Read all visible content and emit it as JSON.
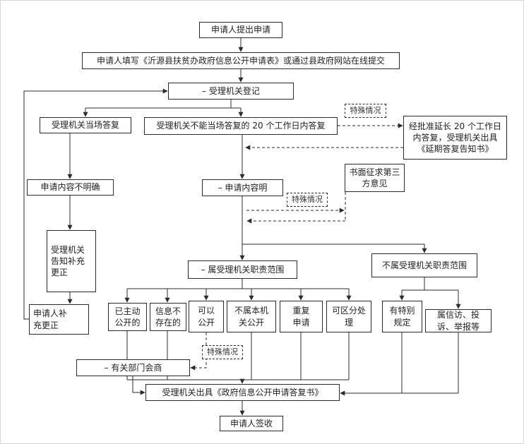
{
  "nodes": {
    "submit": "申请人提出申请",
    "fill_form": "申请人填写《沂源县扶贫办政府信息公开申请表》或通过县政府网站在线提交",
    "register": "– 受理机关登记",
    "onspot_reply": "受理机关当场答复",
    "not_onspot_reply": "受理机关不能当场答复的 20 个工作日内答复",
    "special_case_1": "特殊情况",
    "extend_reply": "经批准延长 20 个工作日\n内答复，受理机关出具\n《延期答复告知书》",
    "third_party": "书面征求第三\n方意见",
    "content_unclear": "申请内容不明确",
    "content_clear": "– 申请内容明",
    "special_case_2": "特殊情况",
    "notify_supplement": "受理机关\n告知补充\n更正",
    "applicant_supplement": "申请人补\n充更正",
    "in_scope": "– 属受理机关职责范围",
    "out_of_scope": "不属受理机关职责范围",
    "already_public": "已主动\n公开的",
    "info_not_exist": "信息不\n存在的",
    "can_disclose": "可以\n公开",
    "not_this_org": "不属本机\n关公开",
    "repeat_apply": "重复\n申请",
    "separable": "可区分处\n理",
    "special_rule": "有特别\n规定",
    "petition": "属信访、投\n诉、举报等",
    "special_case_3": "特殊情况",
    "dept_consult": "– 有关部门会商",
    "reply_document": "受理机关出具《政府信息公开申请答复书》",
    "sign_receipt": "申请人签收"
  }
}
